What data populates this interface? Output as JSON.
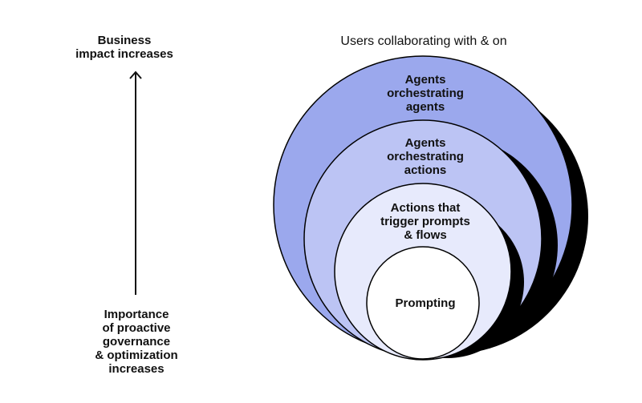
{
  "left_axis": {
    "top_caption": [
      "Business",
      "impact increases"
    ],
    "bottom_caption": [
      "Importance",
      "of proactive",
      "governance",
      "& optimization",
      "increases"
    ]
  },
  "diagram": {
    "header": "Users collaborating with & on",
    "rings": [
      {
        "lines": [
          "Agents",
          "orchestrating",
          "agents"
        ],
        "fill": "#9ba8ed"
      },
      {
        "lines": [
          "Agents",
          "orchestrating",
          "actions"
        ],
        "fill": "#bcc4f4"
      },
      {
        "lines": [
          "Actions that",
          "trigger prompts",
          "& flows"
        ],
        "fill": "#e7eafc"
      },
      {
        "lines": [
          "Prompting"
        ],
        "fill": "#ffffff"
      }
    ],
    "shadow_color": "#000000",
    "outline_color": "#000000"
  }
}
